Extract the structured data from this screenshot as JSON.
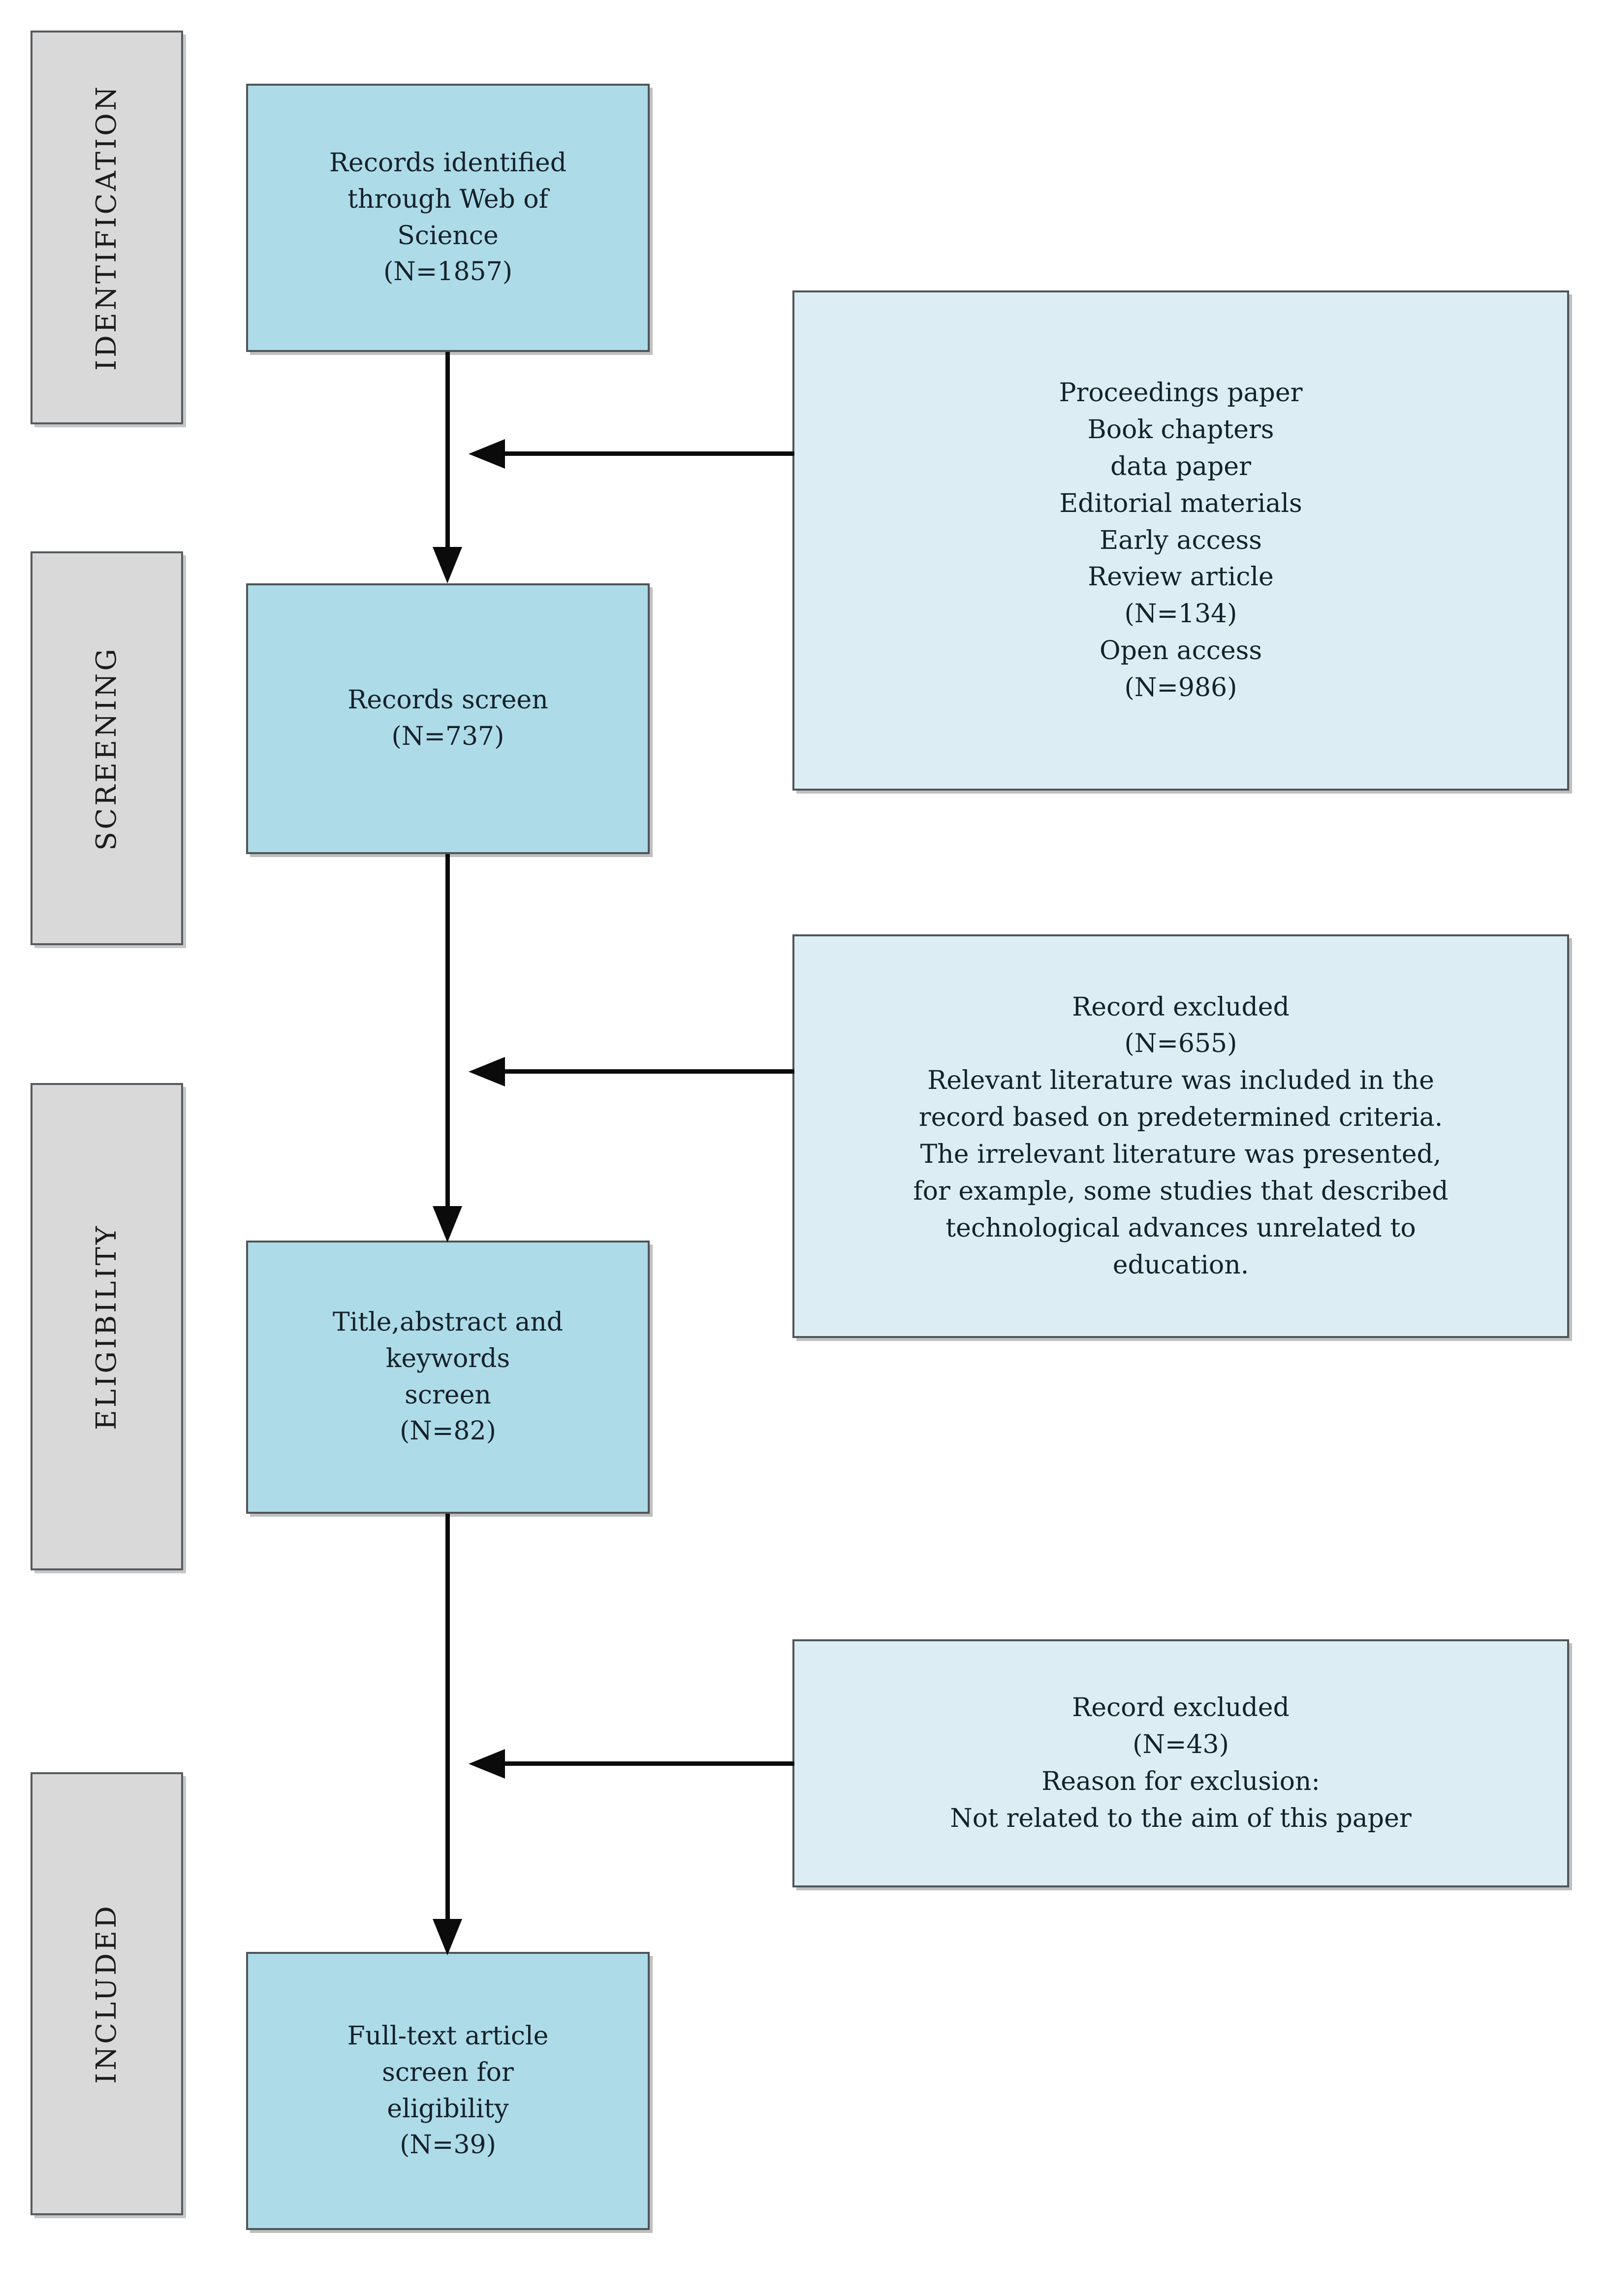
{
  "diagram": {
    "title": "PRISMA flow diagram",
    "type": "flowchart",
    "colors": {
      "stage_fill": "#d9d9d9",
      "chain_fill": "#aedbe8",
      "side_fill": "#dceef4",
      "border": "#4e5558",
      "connector": "#0b0b0b",
      "text": "#14222b",
      "background": "#ffffff"
    }
  },
  "stages": [
    {
      "label": "IDENTIFICATION"
    },
    {
      "label": "SCREENING"
    },
    {
      "label": "ELIGIBILITY"
    },
    {
      "label": "INCLUDED"
    }
  ],
  "chain": [
    {
      "id": "identified",
      "text": "Records identified\nthrough Web of\nScience\n(N=1857)",
      "count": 1857
    },
    {
      "id": "records-screen",
      "text": "Records screen\n(N=737)",
      "count": 737
    },
    {
      "id": "title-abstract-keywords",
      "text": "Title,abstract and\nkeywords\nscreen\n(N=82)",
      "count": 82
    },
    {
      "id": "full-text",
      "text": "Full-text article\nscreen for\neligibility\n(N=39)",
      "count": 39
    }
  ],
  "exclusions": [
    {
      "id": "exclusion-doc-types",
      "text": "Proceedings paper\nBook chapters\ndata paper\nEditorial materials\nEarly access\nReview article\n(N=134)\nOpen access\n(N=986)",
      "counts": [
        134,
        986
      ]
    },
    {
      "id": "exclusion-screening",
      "text": "Record excluded\n(N=655)\nRelevant literature was included in the\nrecord based on predetermined criteria.\nThe irrelevant literature was presented,\nfor example, some studies that described\ntechnological advances unrelated to\neducation.",
      "counts": [
        655
      ]
    },
    {
      "id": "exclusion-eligibility",
      "text": "Record excluded\n(N=43)\nReason for exclusion:\nNot related to the aim of this paper",
      "counts": [
        43
      ]
    }
  ]
}
